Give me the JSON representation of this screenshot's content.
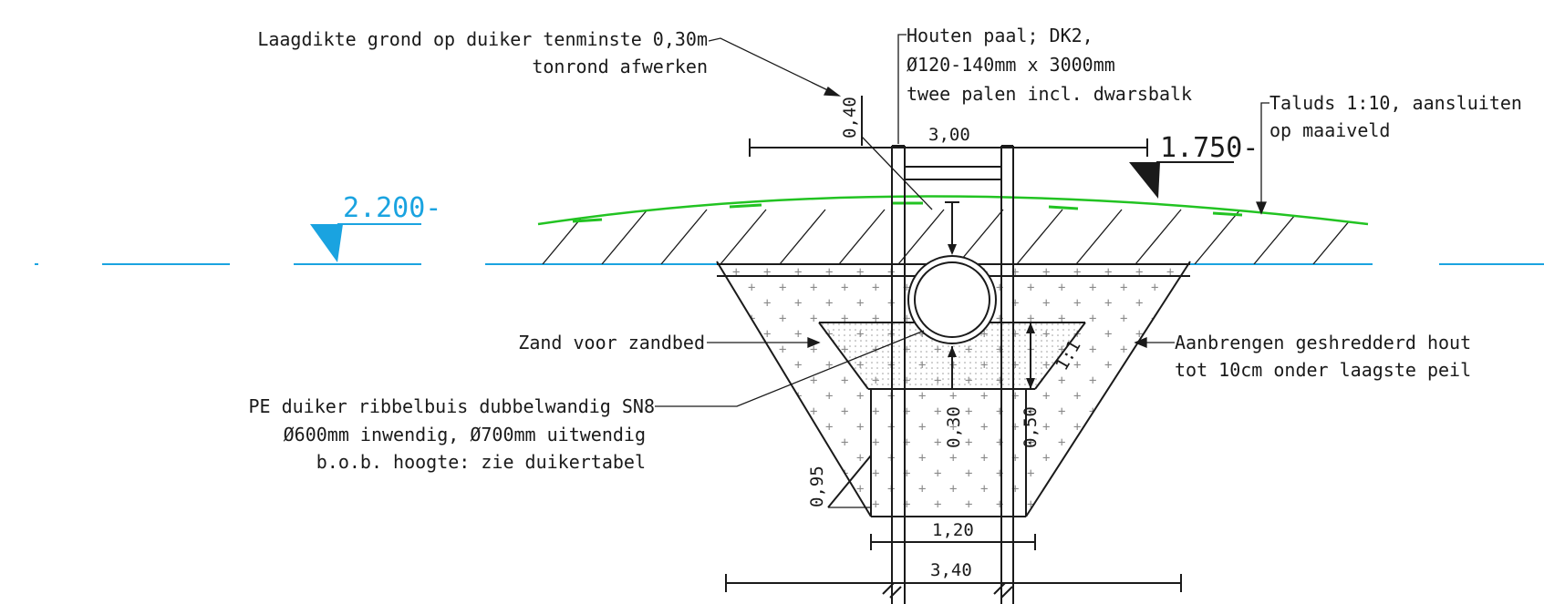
{
  "colors": {
    "ink": "#1a1a1a",
    "water_level": "#1aa3e0",
    "ground_surface": "#22c322",
    "background": "#ffffff"
  },
  "icons": {
    "water_level_marker": "water-level-triangle-icon",
    "ground_level_marker": "ground-level-triangle-icon"
  },
  "annotations": {
    "cover_note": {
      "line1": "Laagdikte grond op duiker tenminste 0,30m",
      "line2": "tonrond afwerken"
    },
    "post_note": {
      "line1": "Houten paal; DK2,",
      "line2": "Ø120-140mm x 3000mm",
      "line3": "twee palen incl. dwarsbalk"
    },
    "slope_note": {
      "line1": "Taluds 1:10, aansluiten",
      "line2": "op maaiveld"
    },
    "sand_note": "Zand voor zandbed",
    "shredded_note": {
      "line1": "Aanbrengen geshredderd hout",
      "line2": "tot 10cm onder laagste peil"
    },
    "pipe_note": {
      "line1": "PE duiker ribbelbuis dubbelwandig SN8",
      "line2": "Ø600mm inwendig, Ø700mm uitwendig",
      "line3": "b.o.b. hoogte: zie duikertabel"
    }
  },
  "levels": {
    "water_level": "2.200-",
    "ground_level": "1.750-"
  },
  "dimensions": {
    "top_width": "3,00",
    "cover_depth": "0,40",
    "bottom_width": "1,20",
    "overall_width": "3,40",
    "sand_bed_depth": "0,30",
    "bed_height": "0,50",
    "trench_depth": "0,95",
    "side_slope": "1:1"
  }
}
